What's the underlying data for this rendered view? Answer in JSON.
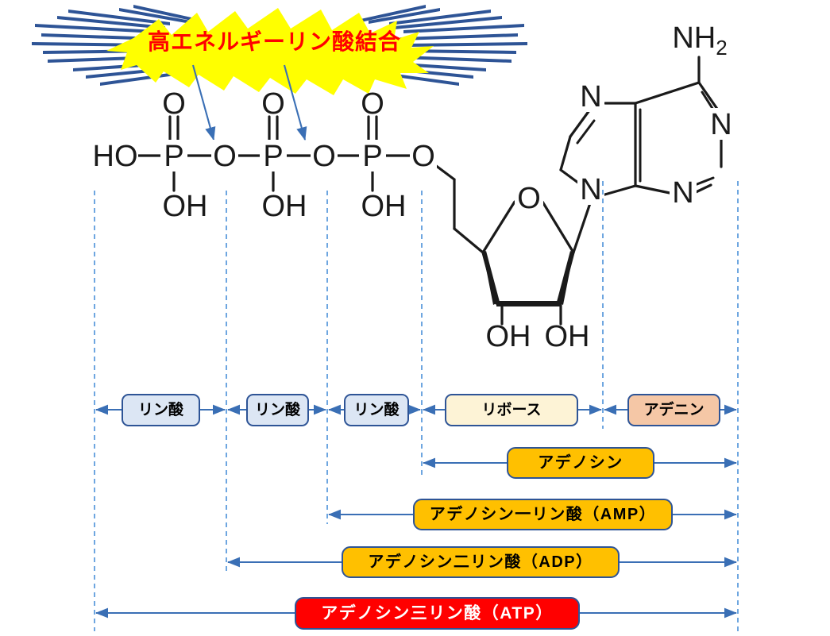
{
  "diagram": {
    "title_burst": "高エネルギーリン酸結合",
    "burst_fill": "#ffff00",
    "burst_text_color": "#ff0000",
    "spike_color": "#2e5496",
    "guide_line_color": "#4a90d9",
    "arrow_color": "#3a6fb5"
  },
  "molecule": {
    "amine_label": "NH",
    "amine_sub": "2",
    "ring_atoms": [
      "N",
      "N",
      "N",
      "N"
    ],
    "ring_oxygen": "O",
    "phosphate_groups": [
      {
        "terminal": "HO",
        "center": "P",
        "double_o": "O",
        "hydroxyl": "OH",
        "bridge": "O"
      },
      {
        "center": "P",
        "double_o": "O",
        "hydroxyl": "OH",
        "bridge": "O"
      },
      {
        "center": "P",
        "double_o": "O",
        "hydroxyl": "OH",
        "bridge": "O"
      }
    ],
    "ribose_hydroxyls": [
      "OH",
      "OH"
    ]
  },
  "component_boxes": [
    {
      "label": "リン酸",
      "fill": "#dce6f4",
      "text_color": "#000000"
    },
    {
      "label": "リン酸",
      "fill": "#dce6f4",
      "text_color": "#000000"
    },
    {
      "label": "リン酸",
      "fill": "#dce6f4",
      "text_color": "#000000"
    },
    {
      "label": "リボース",
      "fill": "#fdf3d6",
      "text_color": "#000000"
    },
    {
      "label": "アデニン",
      "fill": "#f5c7a6",
      "text_color": "#000000"
    }
  ],
  "span_bars": [
    {
      "label": "アデノシン",
      "fill": "#ffc000",
      "text_color": "#000000"
    },
    {
      "label": "アデノシン一リン酸（AMP）",
      "fill": "#ffc000",
      "text_color": "#000000"
    },
    {
      "label": "アデノシン二リン酸（ADP）",
      "fill": "#ffc000",
      "text_color": "#000000"
    },
    {
      "label": "アデノシン三リン酸（ATP）",
      "fill": "#ff0000",
      "text_color": "#ffffff"
    }
  ]
}
